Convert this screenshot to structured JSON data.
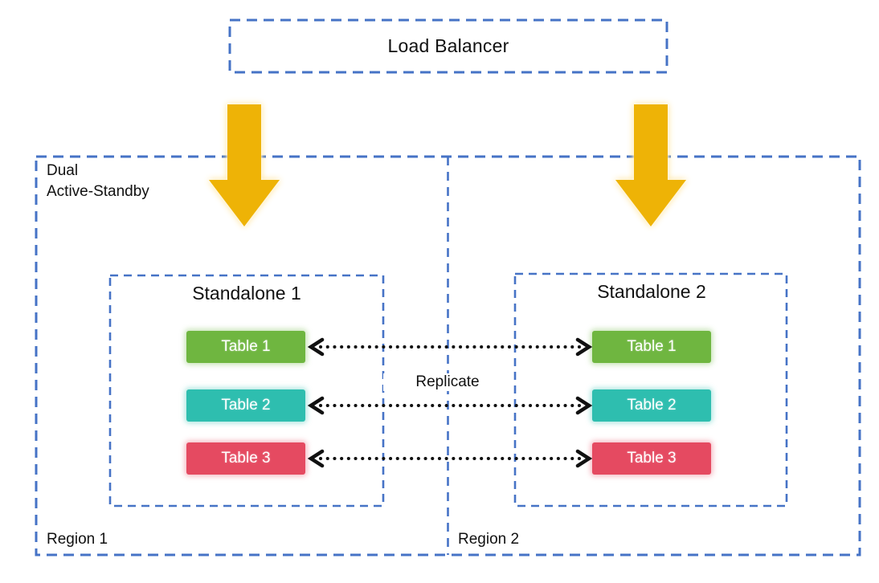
{
  "colors": {
    "dashed_border": "#4673C6",
    "arrow": "#EEB306",
    "arrow_glow": "#FFE18F",
    "connector": "#111111"
  },
  "load_balancer": {
    "label": "Load Balancer"
  },
  "container": {
    "label_line1": "Dual",
    "label_line2": "Active-Standby",
    "regions": [
      {
        "label": "Region 1"
      },
      {
        "label": "Region 2"
      }
    ]
  },
  "standalones": [
    {
      "title": "Standalone 1",
      "tables": [
        {
          "label": "Table 1",
          "color": "#6FB640"
        },
        {
          "label": "Table 2",
          "color": "#2EBEAF"
        },
        {
          "label": "Table 3",
          "color": "#E54A61"
        }
      ]
    },
    {
      "title": "Standalone 2",
      "tables": [
        {
          "label": "Table 1",
          "color": "#6FB640"
        },
        {
          "label": "Table 2",
          "color": "#2EBEAF"
        },
        {
          "label": "Table 3",
          "color": "#E54A61"
        }
      ]
    }
  ],
  "replication": {
    "label": "Replicate"
  }
}
